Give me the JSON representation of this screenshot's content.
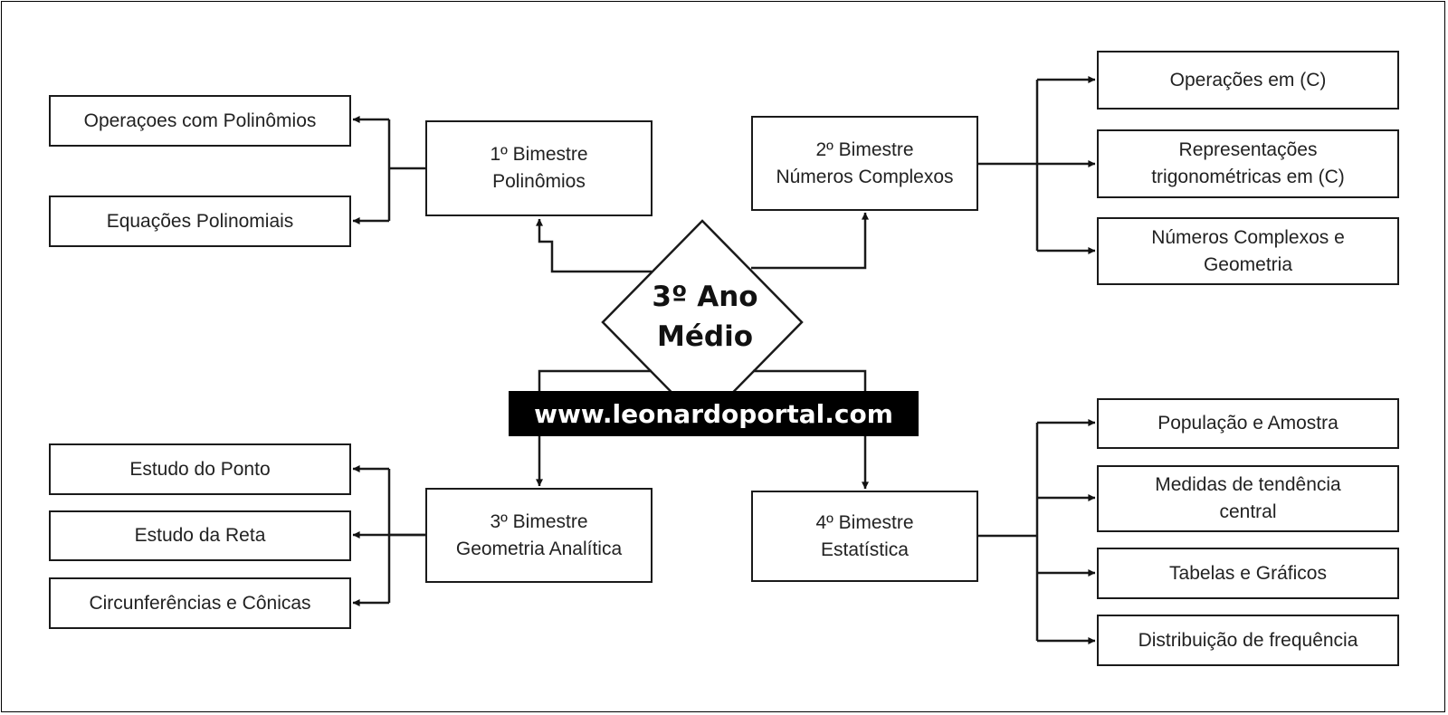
{
  "center": {
    "label": "3º Ano\nMédio"
  },
  "watermark": {
    "text": "www.leonardoportal.com"
  },
  "bimesters": [
    {
      "label": "1º Bimestre\nPolinômios",
      "topics": [
        "Operaçoes com Polinômios",
        "Equações Polinomiais"
      ]
    },
    {
      "label": "2º Bimestre\nNúmeros Complexos",
      "topics": [
        "Operações em (C)",
        "Representações\ntrigonométricas em  (C)",
        "Números Complexos e\nGeometria"
      ]
    },
    {
      "label": "3º Bimestre\nGeometria Analítica",
      "topics": [
        "Estudo do Ponto",
        "Estudo da Reta",
        "Circunferências e Cônicas"
      ]
    },
    {
      "label": "4º Bimestre\nEstatística",
      "topics": [
        "População e Amostra",
        "Medidas de tendência\ncentral",
        "Tabelas e Gráficos",
        "Distribuição de frequência"
      ]
    }
  ],
  "colors": {
    "stroke": "#1a1a1a",
    "banner_bg": "#000000",
    "banner_text": "#ffffff"
  }
}
